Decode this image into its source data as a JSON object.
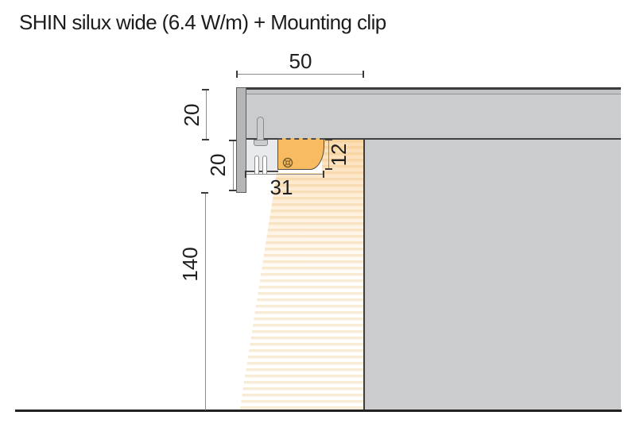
{
  "title": "SHIN silux wide (6.4 W/m) + Mounting clip",
  "dimensions": {
    "top_width": "50",
    "ceiling_recess": "20",
    "profile_drop": "20",
    "bottom_width": "31",
    "led_window": "12",
    "light_drop": "140"
  },
  "icons": {
    "led_fixing": "phillips-screw-icon"
  },
  "colors": {
    "structure_gray": "#cbcccd",
    "flange_gray": "#b5b6b8",
    "clip_gray": "#e9eaec",
    "led_orange": "#f8bb62",
    "beam_stripe": "#f9ecd6",
    "outline_dark": "#3c3c3c"
  }
}
